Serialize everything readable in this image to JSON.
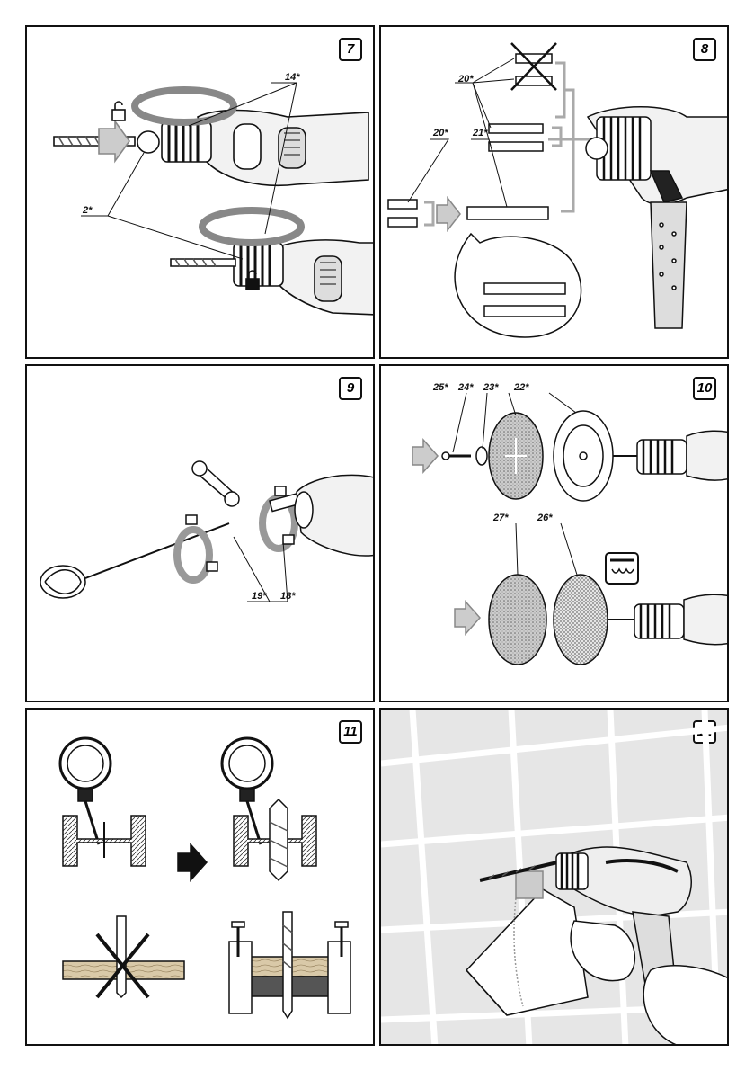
{
  "panels": [
    {
      "number": "7",
      "labels": [
        "14*",
        "2*"
      ]
    },
    {
      "number": "8",
      "labels": [
        "20*",
        "20*",
        "21*"
      ]
    },
    {
      "number": "9",
      "labels": [
        "19*",
        "18*"
      ]
    },
    {
      "number": "10",
      "labels": [
        "25*",
        "24*",
        "23*",
        "22*",
        "27*",
        "26*"
      ]
    },
    {
      "number": "11",
      "labels": []
    },
    {
      "number": "12",
      "labels": []
    }
  ]
}
